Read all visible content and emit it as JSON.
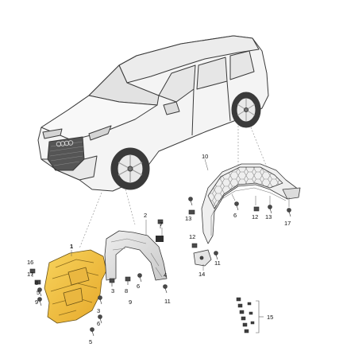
{
  "labels": {
    "l1": "1",
    "l2": "2",
    "l3a": "3",
    "l3b": "3",
    "l4": "4",
    "l5": "5",
    "l6a": "6",
    "l6b": "6",
    "l7": "7",
    "l8": "8",
    "l9": "9",
    "l10": "10",
    "l11": "11",
    "l12": "12",
    "l13": "13",
    "l14": "14",
    "l15": "15",
    "l16": "16",
    "l17": "17"
  },
  "colors": {
    "highlight_part": "#f2c23a",
    "line": "#3a3a3a",
    "car_fill": "#f4f4f4",
    "grille": "#555555",
    "leader": "#7c7c7c"
  }
}
